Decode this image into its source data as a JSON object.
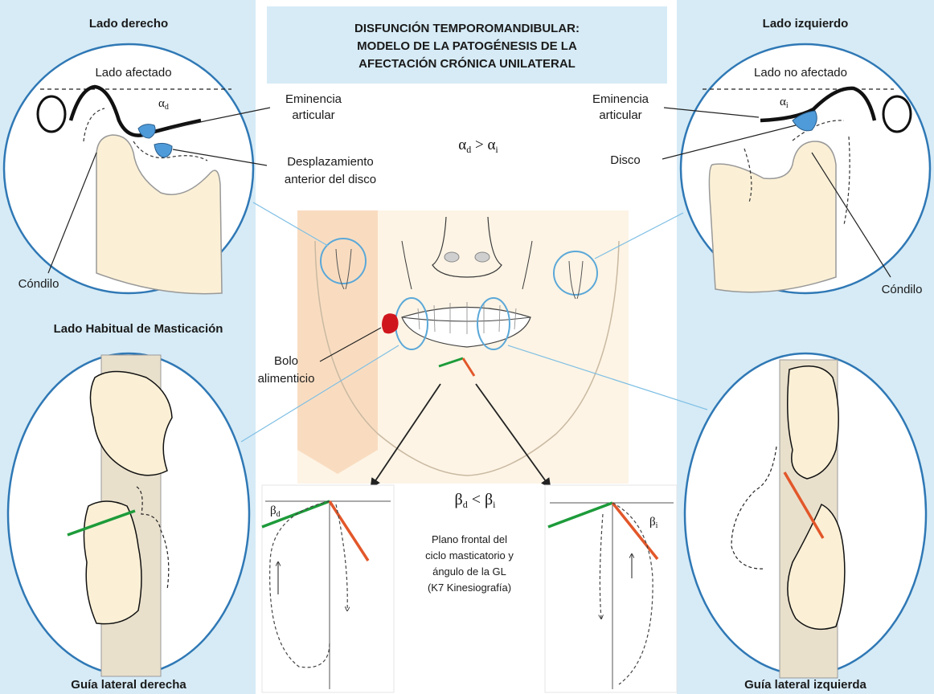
{
  "title": {
    "line1": "DISFUNCIÓN TEMPOROMANDIBULAR:",
    "line2": "MODELO DE LA PATOGÉNESIS DE LA",
    "line3": "AFECTACIÓN CRÓNICA UNILATERAL"
  },
  "right_side": {
    "header": "Lado derecho",
    "affected": "Lado afectado",
    "alpha": "α",
    "alpha_sub": "d",
    "condyle": "Cóndilo",
    "eminence_l1": "Eminencia",
    "eminence_l2": "articular",
    "displacement_l1": "Desplazamiento",
    "displacement_l2": "anterior del disco",
    "chewing_side": "Lado Habitual de Masticación",
    "bolus_l1": "Bolo",
    "bolus_l2": "alimenticio",
    "guide": "Guía lateral derecha",
    "beta": "β",
    "beta_sub": "d"
  },
  "left_side": {
    "header": "Lado izquierdo",
    "not_affected": "Lado no afectado",
    "alpha": "α",
    "alpha_sub": "i",
    "eminence_l1": "Eminencia",
    "eminence_l2": "articular",
    "disc": "Disco",
    "condyle": "Cóndilo",
    "guide": "Guía lateral izquierda",
    "beta": "β",
    "beta_sub": "i"
  },
  "center": {
    "alpha_relation": {
      "a": "α",
      "a_sub": "d",
      "op": " > ",
      "b": "α",
      "b_sub": "i"
    },
    "beta_relation": {
      "a": "β",
      "a_sub": "d",
      "op": " < ",
      "b": "β",
      "b_sub": "i"
    },
    "plane_l1": "Plano frontal del",
    "plane_l2": "ciclo masticatorio y",
    "plane_l3": "ángulo de la GL",
    "plane_l4": "(K7 Kinesiografía)"
  },
  "colors": {
    "panel_bg": "#d6ebf6",
    "circle_stroke": "#2f78b5",
    "bone": "#fbf0d6",
    "disc": "#4f9bd9",
    "green_line": "#1d9b3a",
    "orange_line": "#e2572a",
    "bolus": "#d0161d",
    "face_line": "#3a3a3a"
  }
}
